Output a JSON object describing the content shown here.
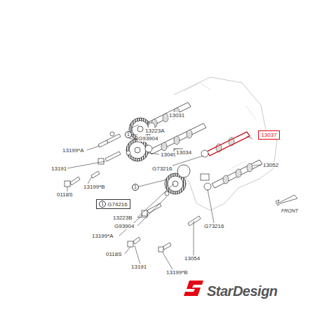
{
  "diagram": {
    "nodes": [
      {
        "text": [
          "1",
          "G74216"
        ]
      },
      {
        "text": [
          "13037"
        ]
      }
    ],
    "labels": [
      "13031",
      "13223A",
      "G93904",
      "13199*A",
      "13191",
      "0118S",
      "13199*B",
      "13049",
      "G73216",
      "13034",
      "1",
      "13052",
      "FRONT",
      "13223B",
      "G93904",
      "13199*A",
      "0118S",
      "13191",
      "13199*B",
      "13054",
      "G73216",
      "1",
      "StarDesign"
    ]
  }
}
